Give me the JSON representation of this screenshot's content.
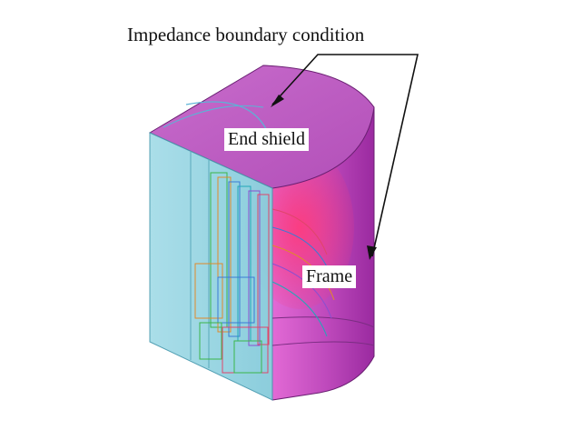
{
  "title": "Impedance boundary condition",
  "labels": {
    "end_shield": "End shield",
    "frame": "Frame"
  },
  "colors": {
    "background": "#ffffff",
    "frame_magenta": "#b03cb5",
    "top_magenta": "#c057c0",
    "cut_face_cyan": "#8fd3e0",
    "coil_colors": [
      "#3a7bd5",
      "#e0456a",
      "#22a8b8",
      "#e08a2a",
      "#3bb54a",
      "#8a4fd0"
    ]
  }
}
